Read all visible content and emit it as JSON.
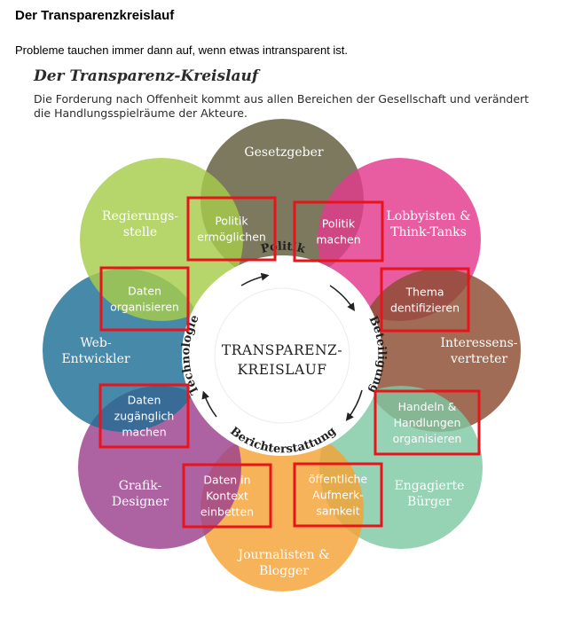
{
  "doc": {
    "title": "Der Transparenzkreislauf",
    "subtitle": "Probleme tauchen immer dann auf, wenn etwas intransparent ist."
  },
  "figure": {
    "title": "Der Transparenz-Kreislauf",
    "description": "Die Forderung nach Offenheit kommt aus allen Bereichen der Gesellschaft und verändert die Handlungsspielräume der Akteure."
  },
  "petals": [
    {
      "lines": [
        "Gesetzgeber"
      ],
      "color": "#5f5c3c"
    },
    {
      "lines": [
        "Lobbyisten &",
        "Think-Tanks"
      ],
      "color": "#e3398c"
    },
    {
      "lines": [
        "Interessens-",
        "vertreter"
      ],
      "color": "#8b4c30"
    },
    {
      "lines": [
        "Engagierte",
        "Bürger"
      ],
      "color": "#7fc8a3"
    },
    {
      "lines": [
        "Journalisten &",
        "Blogger"
      ],
      "color": "#f5a235"
    },
    {
      "lines": [
        "Grafik-",
        "Designer"
      ],
      "color": "#9b3f8e"
    },
    {
      "lines": [
        "Web-",
        "Entwickler"
      ],
      "color": "#1f6f95"
    },
    {
      "lines": [
        "Regierungs-",
        "stelle"
      ],
      "color": "#a6cc4a"
    }
  ],
  "boxes": [
    {
      "lines": [
        "Politik",
        "ermöglichen"
      ]
    },
    {
      "lines": [
        "Politik",
        "machen"
      ]
    },
    {
      "lines": [
        "Thema",
        "dentifizieren"
      ]
    },
    {
      "lines": [
        "Handeln &",
        "Handlungen",
        "organisieren"
      ]
    },
    {
      "lines": [
        "öffentliche",
        "Aufmerk-",
        "samkeit"
      ]
    },
    {
      "lines": [
        "Daten in",
        "Kontext",
        "einbetten"
      ]
    },
    {
      "lines": [
        "Daten",
        "zugänglich",
        "machen"
      ]
    },
    {
      "lines": [
        "Daten",
        "organisieren"
      ]
    }
  ],
  "ring_labels": [
    "Politik",
    "Beteiligung",
    "Berichterstattung",
    "Technologie"
  ],
  "center_lines": [
    "TRANSPARENZ-",
    "KREISLAUF"
  ],
  "colors": {
    "box_border": "#e8141b",
    "ring_text": "#222222"
  }
}
